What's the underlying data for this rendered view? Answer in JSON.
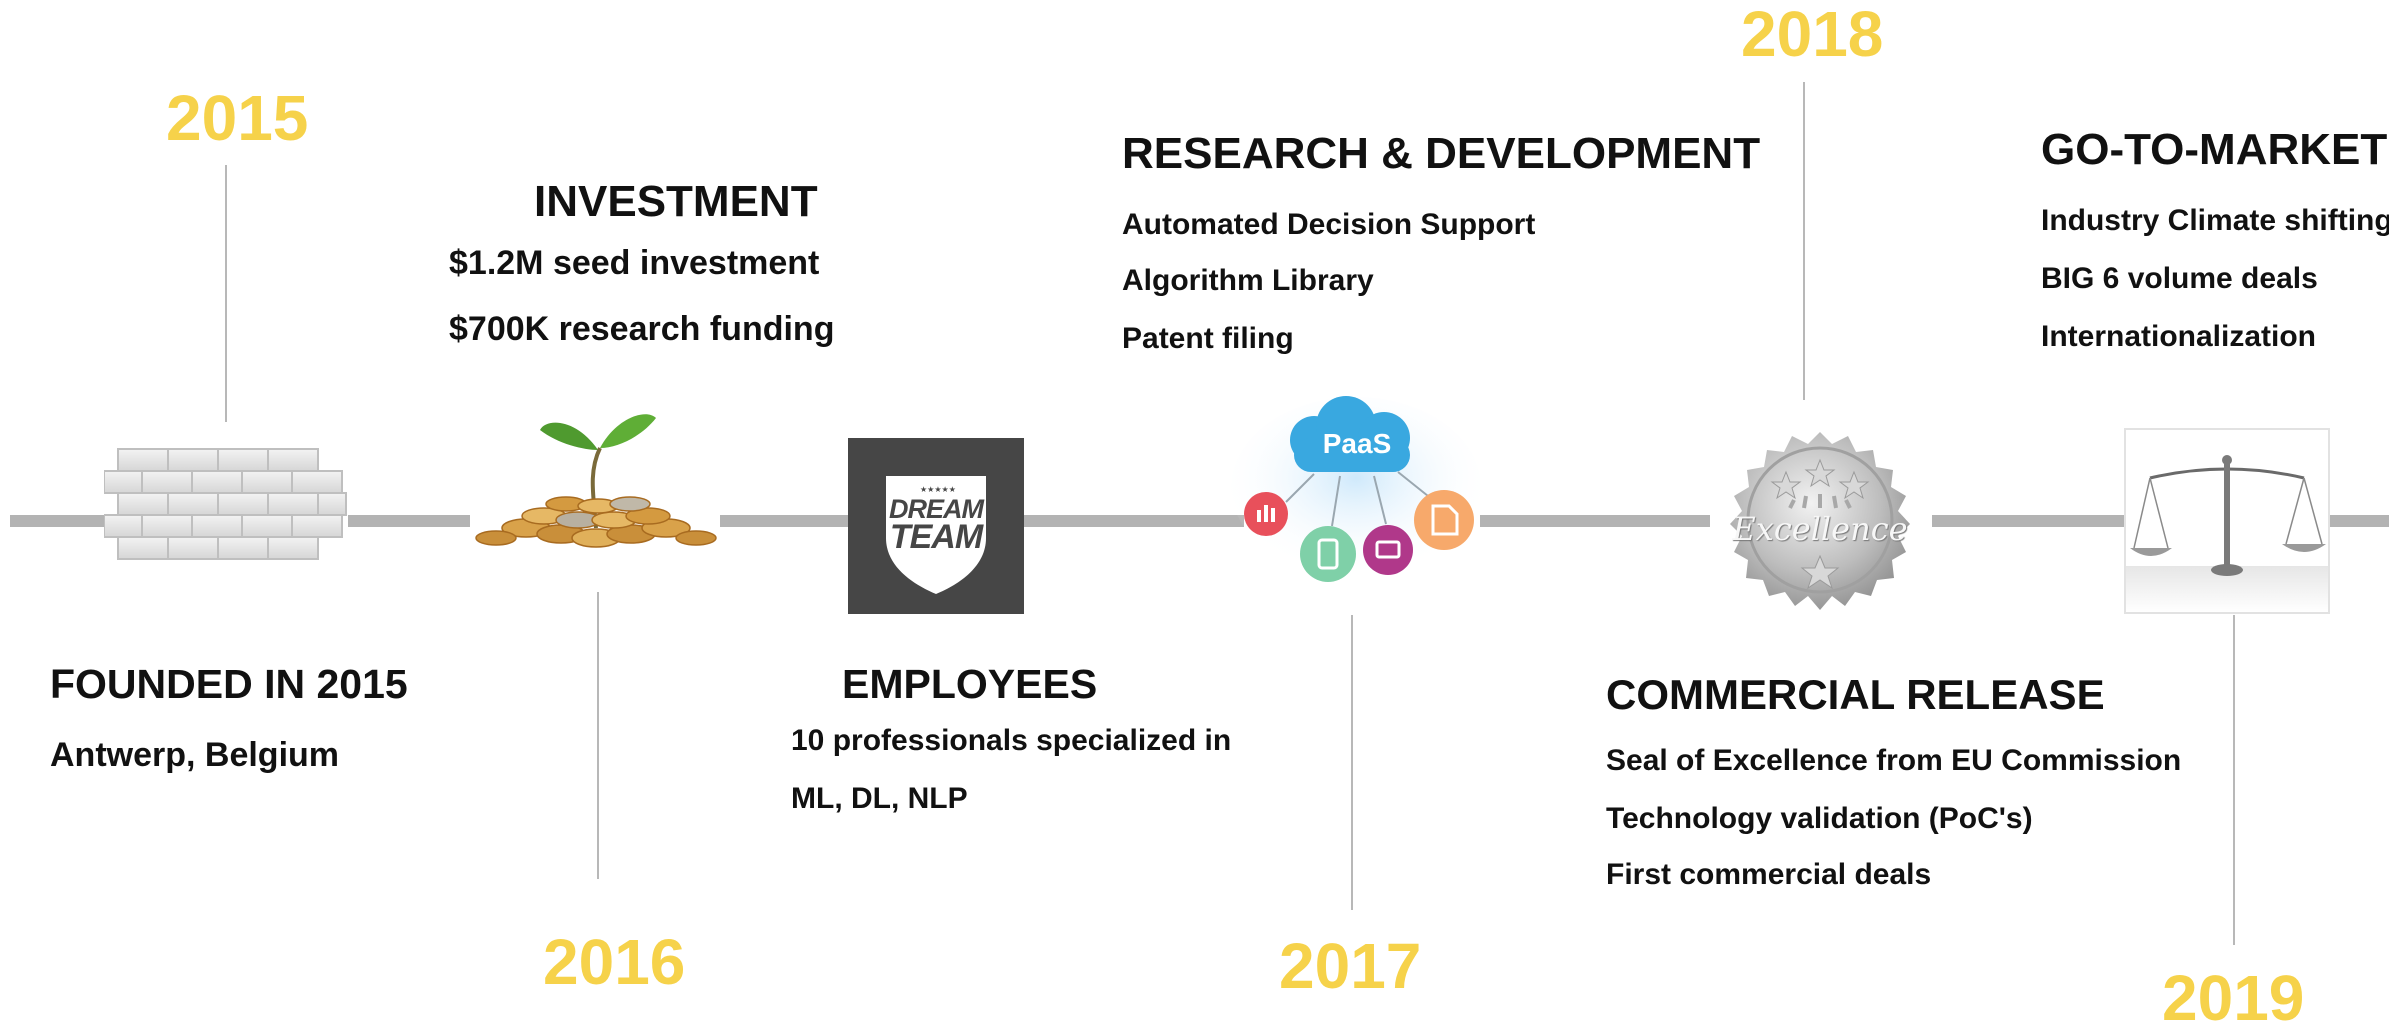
{
  "colors": {
    "year": "#f6d24a",
    "line": "#b3b3b3",
    "text": "#111111"
  },
  "years": {
    "y2015": "2015",
    "y2016": "2016",
    "y2017": "2017",
    "y2018": "2018",
    "y2019": "2019"
  },
  "founded": {
    "title": "FOUNDED IN 2015",
    "items": [
      "Antwerp, Belgium"
    ],
    "icon": "brick-wall-icon"
  },
  "investment": {
    "title": "INVESTMENT",
    "items": [
      "$1.2M seed investment",
      "$700K research funding"
    ],
    "icon": "plant-coins-icon"
  },
  "employees": {
    "title": "EMPLOYEES",
    "items": [
      "10 professionals specialized in",
      "ML, DL, NLP"
    ],
    "icon": "dream-team-shield-icon",
    "badge_line1": "DREAM",
    "badge_line2": "TEAM"
  },
  "rnd": {
    "title": "RESEARCH & DEVELOPMENT",
    "items": [
      "Automated Decision Support",
      "Algorithm Library",
      "Patent filing"
    ],
    "icon": "paas-cloud-icon",
    "cloud_label": "PaaS"
  },
  "commercial": {
    "title": "COMMERCIAL RELEASE",
    "items": [
      "Seal of Excellence from EU Commission",
      "Technology validation (PoC's)",
      "First commercial deals"
    ],
    "icon": "excellence-seal-icon",
    "seal_label": "Excellence"
  },
  "gtm": {
    "title": "GO-TO-MARKET",
    "items": [
      "Industry Climate shifting",
      "BIG 6 volume deals",
      "Internationalization"
    ],
    "icon": "balance-scale-icon"
  }
}
